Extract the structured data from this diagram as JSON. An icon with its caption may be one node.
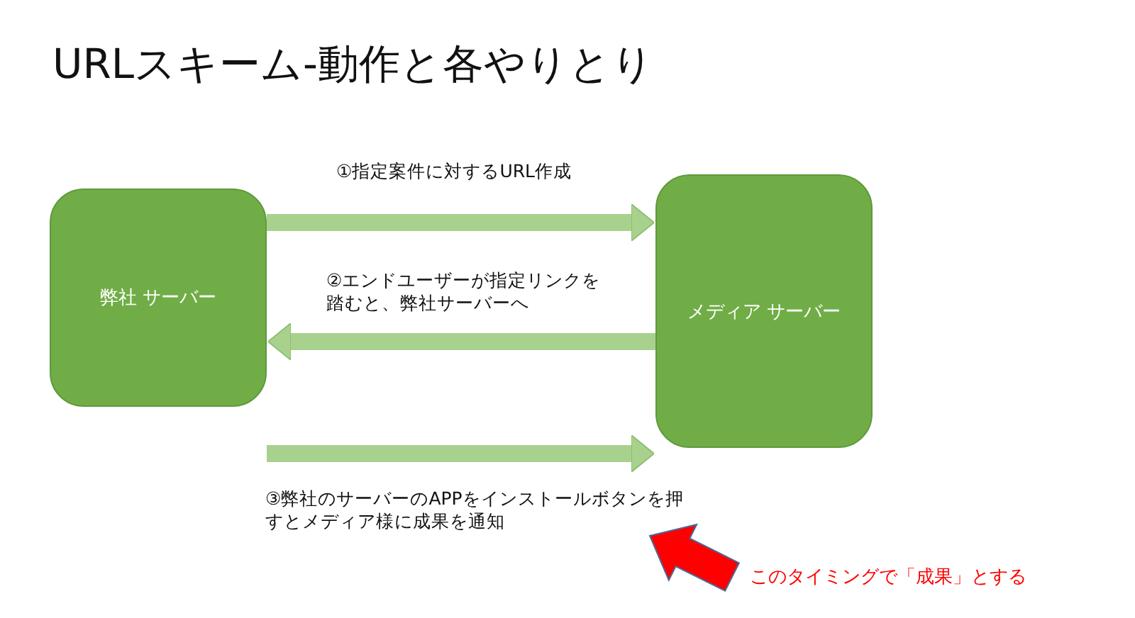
{
  "diagram": {
    "title": "URLスキーム-動作と各やりとり",
    "nodes": [
      {
        "text": [
          "弊社 サーバー"
        ]
      },
      {
        "text": [
          "メディア サーバー"
        ]
      },
      {
        "text": [
          "このタイミングで「成果」とする"
        ]
      }
    ],
    "edges": [
      {
        "from": 0,
        "to": 1,
        "arrow": "to",
        "label": "①指定案件に対するURL作成"
      },
      {
        "from": 1,
        "to": 0,
        "arrow": "to",
        "label": "②エンドユーザーが指定リンクを踏むと、弊社サーバーへ"
      },
      {
        "from": 0,
        "to": 1,
        "arrow": "to",
        "label": "③弊社のサーバーのAPPをインストールボタンを押すとメディア様に成果を通知"
      },
      {
        "from": 2,
        "to": null,
        "arrow": "to",
        "style": "thick",
        "color": "#ff0000"
      }
    ]
  }
}
